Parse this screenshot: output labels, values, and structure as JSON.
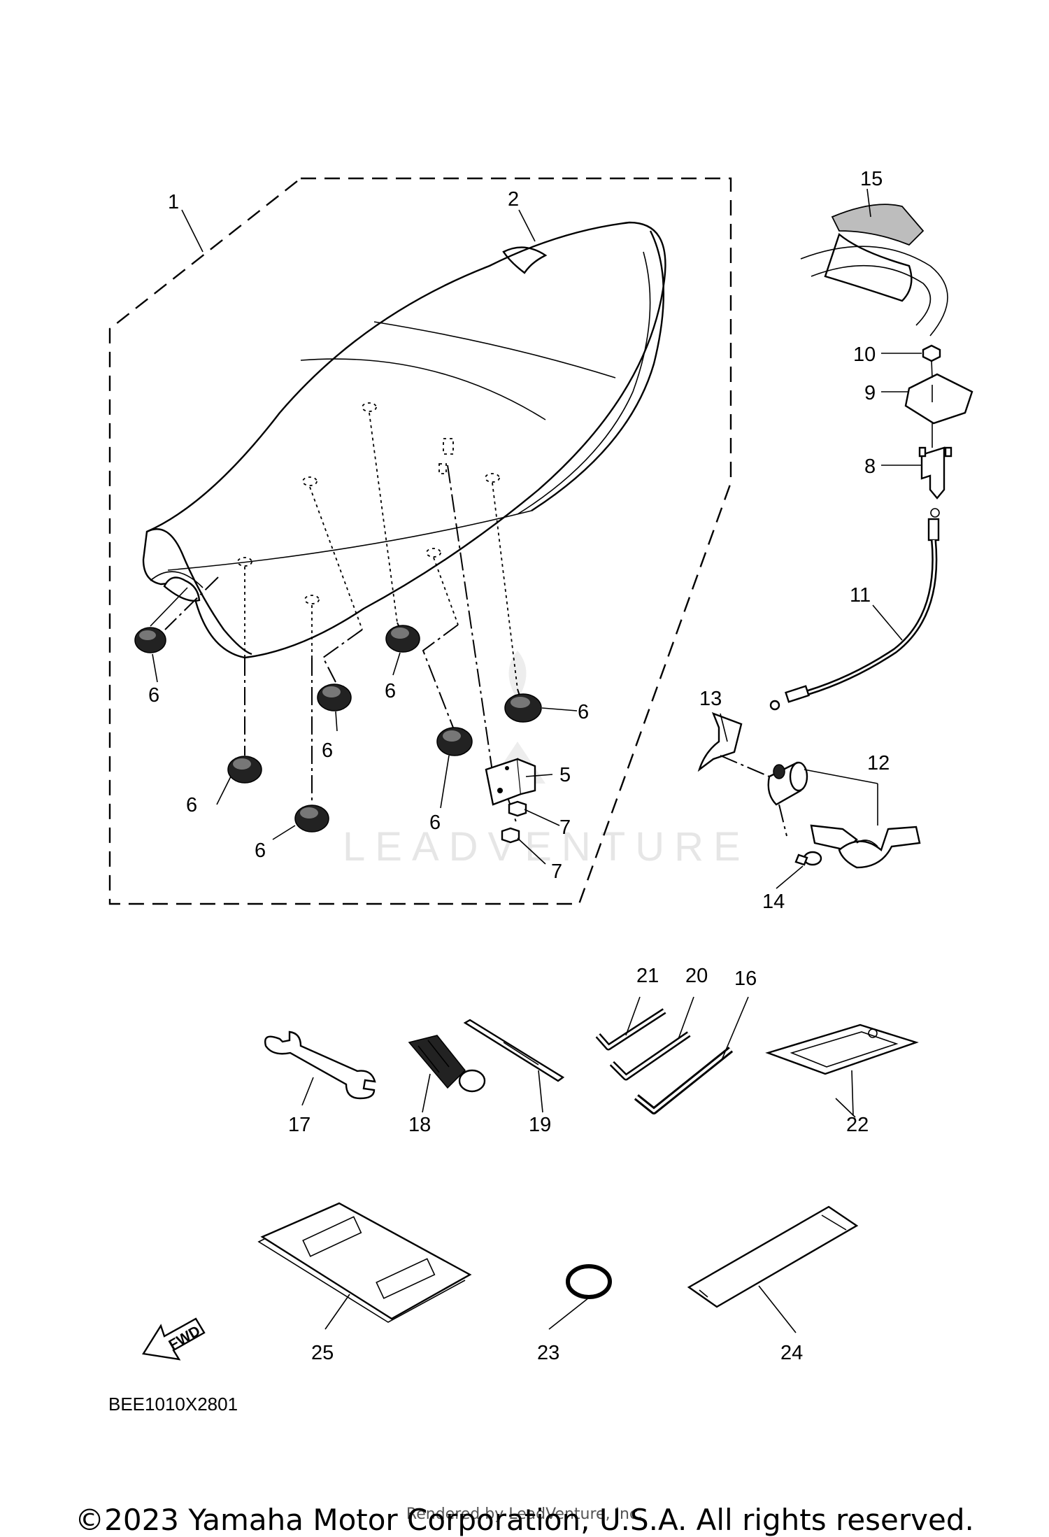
{
  "diagram_code": "BEE1010X2801",
  "watermark": "LEADVENTURE",
  "fwd_label": "FWD",
  "copyright": "©2023 Yamaha Motor Corporation, U.S.A. All rights reserved.",
  "rendered_by": "Rendered by LeadVenture, Inc.",
  "callouts": {
    "p1": "1",
    "p2": "2",
    "p5": "5",
    "p6a": "6",
    "p6b": "6",
    "p6c": "6",
    "p6d": "6",
    "p6e": "6",
    "p6f": "6",
    "p6g": "6",
    "p7a": "7",
    "p7b": "7",
    "p8": "8",
    "p9": "9",
    "p10": "10",
    "p11": "11",
    "p12": "12",
    "p13": "13",
    "p14": "14",
    "p15": "15",
    "p16": "16",
    "p17": "17",
    "p18": "18",
    "p19": "19",
    "p20": "20",
    "p21": "21",
    "p22": "22",
    "p23": "23",
    "p24": "24",
    "p25": "25"
  }
}
